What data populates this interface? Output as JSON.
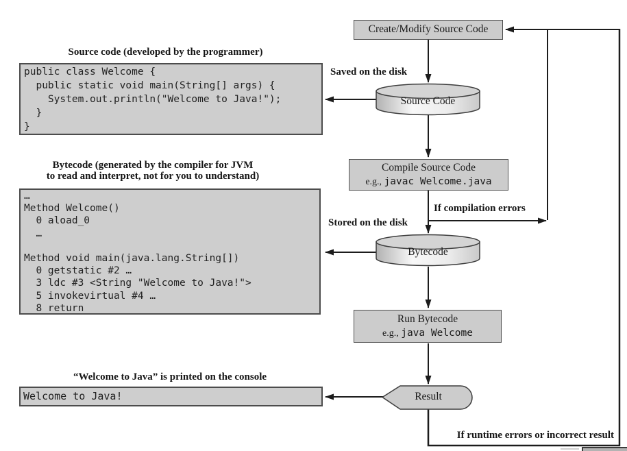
{
  "colors": {
    "background": "#ffffff",
    "box_fill": "#cccccc",
    "box_border": "#4c4c4c",
    "line": "#1c1c1c",
    "cylinder_top": "#d4d4d4"
  },
  "annotations": {
    "source_code": {
      "title": "Source code (developed by the programmer)",
      "code": "public class Welcome {\n  public static void main(String[] args) {\n    System.out.println(\"Welcome to Java!\");\n  }\n}"
    },
    "bytecode": {
      "title_line1": "Bytecode (generated by the compiler for JVM",
      "title_line2": "to read and interpret, not for you to understand)",
      "code": "…\nMethod Welcome()\n  0 aload_0\n  …\n\nMethod void main(java.lang.String[])\n  0 getstatic #2 …\n  3 ldc #3 <String \"Welcome to Java!\">\n  5 invokevirtual #4 …\n  8 return"
    },
    "console": {
      "title": "“Welcome to Java” is printed on the console",
      "output": "Welcome to Java!"
    }
  },
  "flowchart": {
    "create_box": "Create/Modify Source Code",
    "source_cylinder": "Source Code",
    "compile_box_line1": "Compile Source Code",
    "compile_box_prefix": "e.g., ",
    "compile_box_command": "javac Welcome.java",
    "bytecode_cylinder": "Bytecode",
    "run_box_line1": "Run Bytecode",
    "run_box_prefix": "e.g., ",
    "run_box_command": "java Welcome",
    "result_shape": "Result",
    "labels": {
      "saved": "Saved on the disk",
      "stored": "Stored on the disk",
      "compilation_errors": "If compilation errors",
      "runtime_errors": "If runtime errors or incorrect result"
    }
  }
}
